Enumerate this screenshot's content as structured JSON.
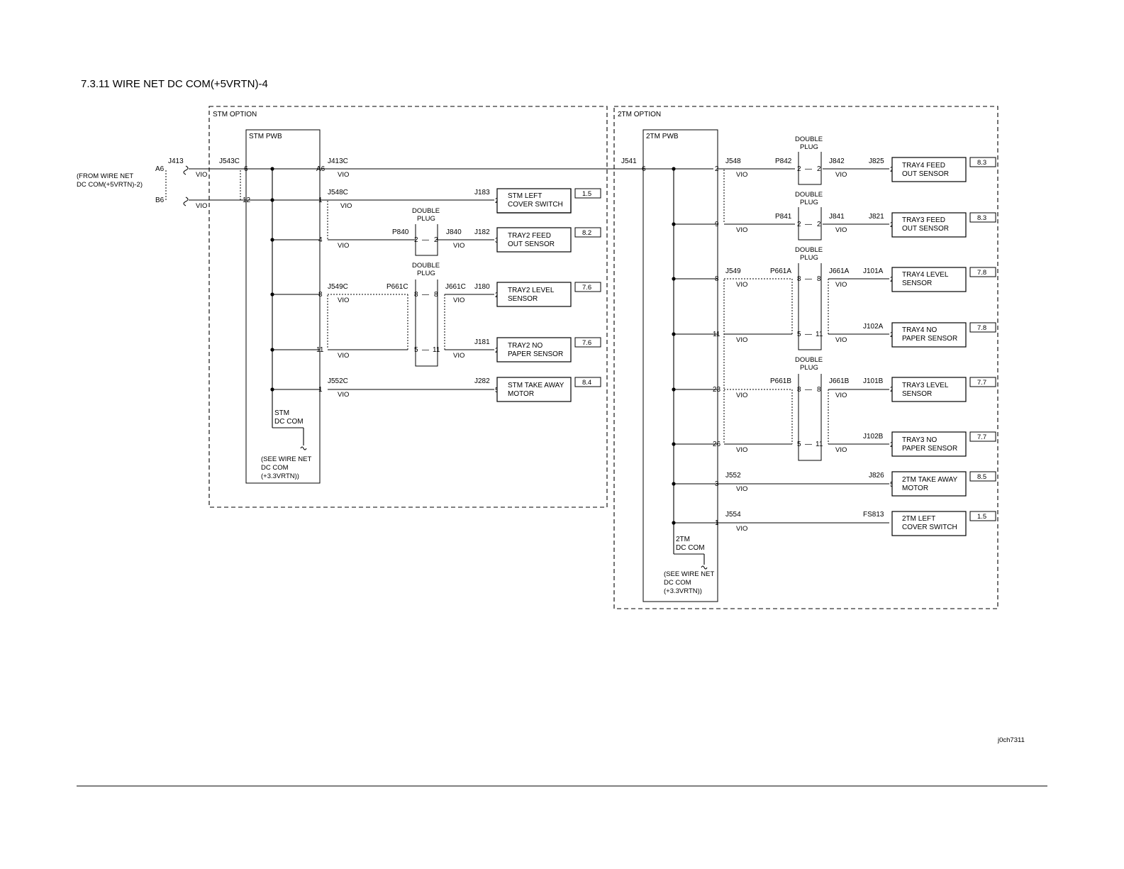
{
  "title": "7.3.11 WIRE NET DC COM(+5VRTN)-4",
  "image_id": "j0ch7311",
  "sections": {
    "stm": "STM OPTION",
    "tm2": "2TM OPTION"
  },
  "pwb": {
    "stm": "STM PWB",
    "tm2": "2TM PWB"
  },
  "external": {
    "from_1": "(FROM WIRE NET",
    "from_2": "DC COM(+5VRTN)-2)",
    "j413": "J413",
    "a6": "A6",
    "b6": "B6"
  },
  "connectors": {
    "j543c": "J543C",
    "j413c": "J413C",
    "j548c": "J548C",
    "j549c": "J549C",
    "j552c": "J552C",
    "p840": "P840",
    "j840": "J840",
    "p661c": "P661C",
    "j661c": "J661C",
    "j183": "J183",
    "j182": "J182",
    "j180": "J180",
    "j181": "J181",
    "j282": "J282",
    "j541": "J541",
    "j548": "J548",
    "j549": "J549",
    "j552": "J552",
    "j554": "J554",
    "p842": "P842",
    "j842": "J842",
    "p841": "P841",
    "j841": "J841",
    "p661a": "P661A",
    "j661a": "J661A",
    "p661b": "P661B",
    "j661b": "J661B",
    "j825": "J825",
    "j821": "J821",
    "j101a": "J101A",
    "j102a": "J102A",
    "j101b": "J101B",
    "j102b": "J102B",
    "j826": "J826",
    "fs813": "FS813"
  },
  "pins": {
    "p6": "6",
    "p12": "12",
    "pa6": "A6",
    "p1": "1",
    "p4": "4",
    "p8": "8",
    "p11": "11",
    "p2": "2",
    "p3": "3",
    "p5": "5",
    "p9": "9",
    "p23": "23",
    "p26": "26",
    "dash": "—"
  },
  "wire": "VIO",
  "double_plug": {
    "line1": "DOUBLE",
    "line2": "PLUG"
  },
  "dc_com": {
    "stm_1": "STM",
    "stm_2": "DC COM",
    "tm_1": "2TM",
    "tm_2": "DC COM",
    "see_1": "(SEE WIRE NET",
    "see_2": "DC COM",
    "see_3": "(+3.3VRTN))"
  },
  "components": {
    "stm_left_cover": {
      "l1": "STM LEFT",
      "l2": "COVER SWITCH",
      "ref": "1.5"
    },
    "tray2_feed": {
      "l1": "TRAY2 FEED",
      "l2": "OUT SENSOR",
      "ref": "8.2"
    },
    "tray2_level": {
      "l1": "TRAY2 LEVEL",
      "l2": "SENSOR",
      "ref": "7.6"
    },
    "tray2_no_paper": {
      "l1": "TRAY2 NO",
      "l2": "PAPER SENSOR",
      "ref": "7.6"
    },
    "stm_take_away": {
      "l1": "STM TAKE AWAY",
      "l2": "MOTOR",
      "ref": "8.4"
    },
    "tray4_feed": {
      "l1": "TRAY4 FEED",
      "l2": "OUT SENSOR",
      "ref": "8.3"
    },
    "tray3_feed": {
      "l1": "TRAY3 FEED",
      "l2": "OUT SENSOR",
      "ref": "8.3"
    },
    "tray4_level": {
      "l1": "TRAY4 LEVEL",
      "l2": "SENSOR",
      "ref": "7.8"
    },
    "tray4_no_paper": {
      "l1": "TRAY4 NO",
      "l2": "PAPER SENSOR",
      "ref": "7.8"
    },
    "tray3_level": {
      "l1": "TRAY3 LEVEL",
      "l2": "SENSOR",
      "ref": "7.7"
    },
    "tray3_no_paper": {
      "l1": "TRAY3 NO",
      "l2": "PAPER SENSOR",
      "ref": "7.7"
    },
    "tm2_take_away": {
      "l1": "2TM TAKE AWAY",
      "l2": "MOTOR",
      "ref": "8.5"
    },
    "tm2_left_cover": {
      "l1": "2TM LEFT",
      "l2": "COVER SWITCH",
      "ref": "1.5"
    }
  }
}
